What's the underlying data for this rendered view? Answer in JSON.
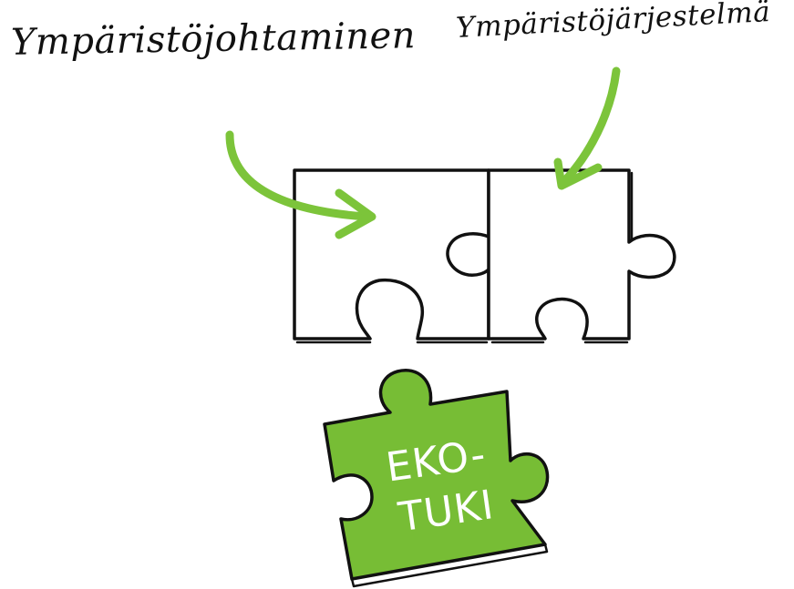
{
  "labels": {
    "left": "Ympäristöjohtaminen",
    "right": "Ympäristöjärjestelmä"
  },
  "green_piece": {
    "line1": "EKO-",
    "line2": "TUKI"
  },
  "colors": {
    "accent_green": "#7cc43a",
    "piece_green": "#77bd35",
    "outline": "#111111",
    "background": "#ffffff"
  }
}
